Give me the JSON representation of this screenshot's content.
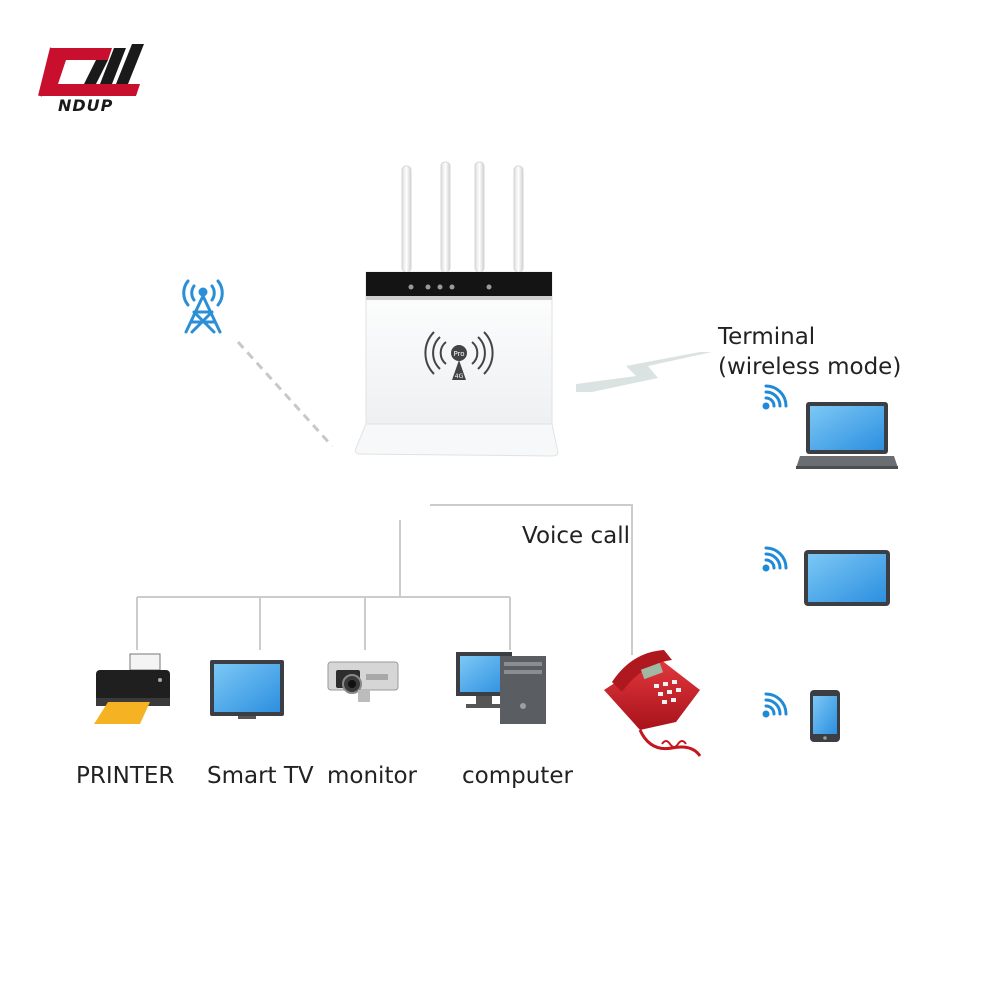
{
  "logo": {
    "text": "NDUP",
    "color": "#c8102e"
  },
  "router": {
    "badge_text": "Pro",
    "badge_sub": "4G"
  },
  "wired_devices": [
    {
      "label": "PRINTER",
      "icon": "printer-icon"
    },
    {
      "label": "Smart TV",
      "icon": "smart-tv-icon"
    },
    {
      "label": "monitor",
      "icon": "security-camera-icon"
    },
    {
      "label": "computer",
      "icon": "desktop-computer-icon"
    }
  ],
  "voice": {
    "label": "Voice call",
    "icon": "telephone-icon"
  },
  "terminal": {
    "line1": "Terminal",
    "line2": "(wireless mode)",
    "devices": [
      "laptop-icon",
      "tablet-icon",
      "phone-icon"
    ]
  },
  "colors": {
    "wifi": "#1f8ad8",
    "screen": "#3fa9ee",
    "phone_red": "#d0202a",
    "tower": "#2a8fd6",
    "line": "#c8c8c8"
  }
}
